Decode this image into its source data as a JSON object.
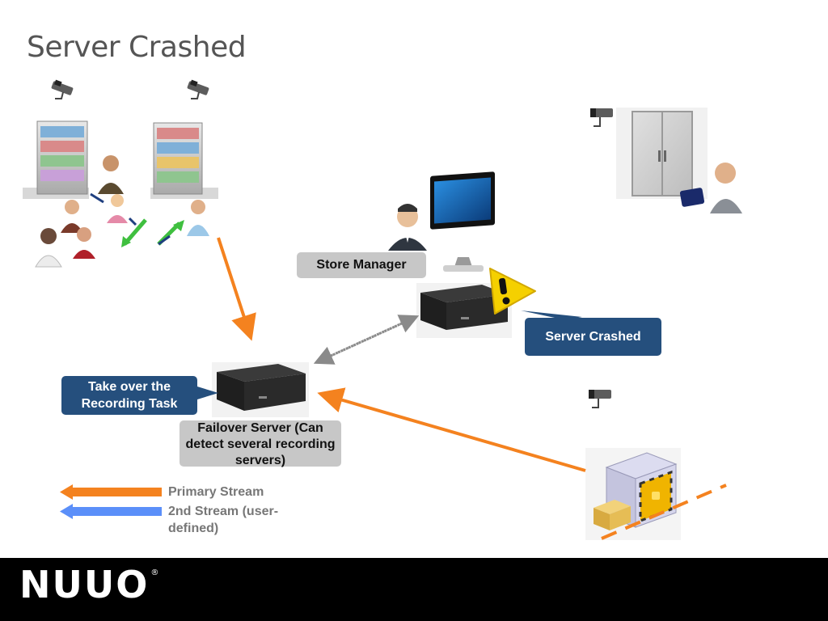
{
  "slide": {
    "title": "Server Crashed"
  },
  "labels": {
    "store_manager": "Store Manager",
    "server_crashed": "Server Crashed",
    "take_over": "Take over the Recording Task",
    "failover_server": "Failover Server (Can detect several recording servers)"
  },
  "legend": {
    "primary": "Primary Stream",
    "secondary": "2nd Stream (user-defined)"
  },
  "colors": {
    "primary_stream": "#f4821f",
    "secondary_stream": "#5b8ff9",
    "callout_blue": "#254f7d",
    "callout_gray": "#c7c7c7",
    "warning": "#f5d000"
  },
  "footer": {
    "logo": "NUUO",
    "registered": "®"
  }
}
